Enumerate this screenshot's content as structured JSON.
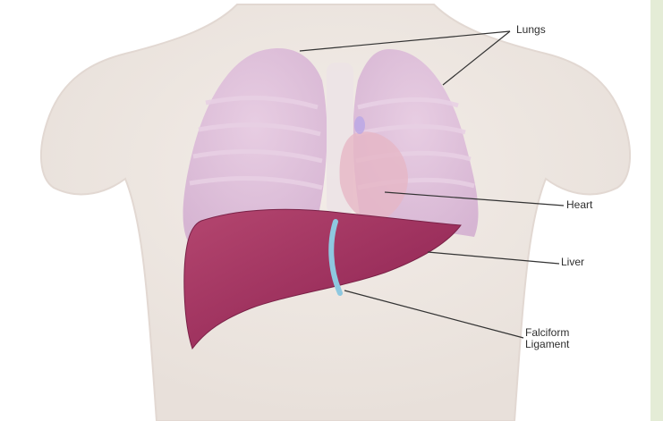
{
  "labels": {
    "lungs": "Lungs",
    "heart": "Heart",
    "liver": "Liver",
    "falciform_line1": "Falciform",
    "falciform_line2": "Ligament"
  },
  "colors": {
    "liver": "#9b2f5c",
    "lungs": "#d8b3d3",
    "falciform_ligament": "#8ec8e0",
    "right_strip": "#e4ecd6"
  }
}
